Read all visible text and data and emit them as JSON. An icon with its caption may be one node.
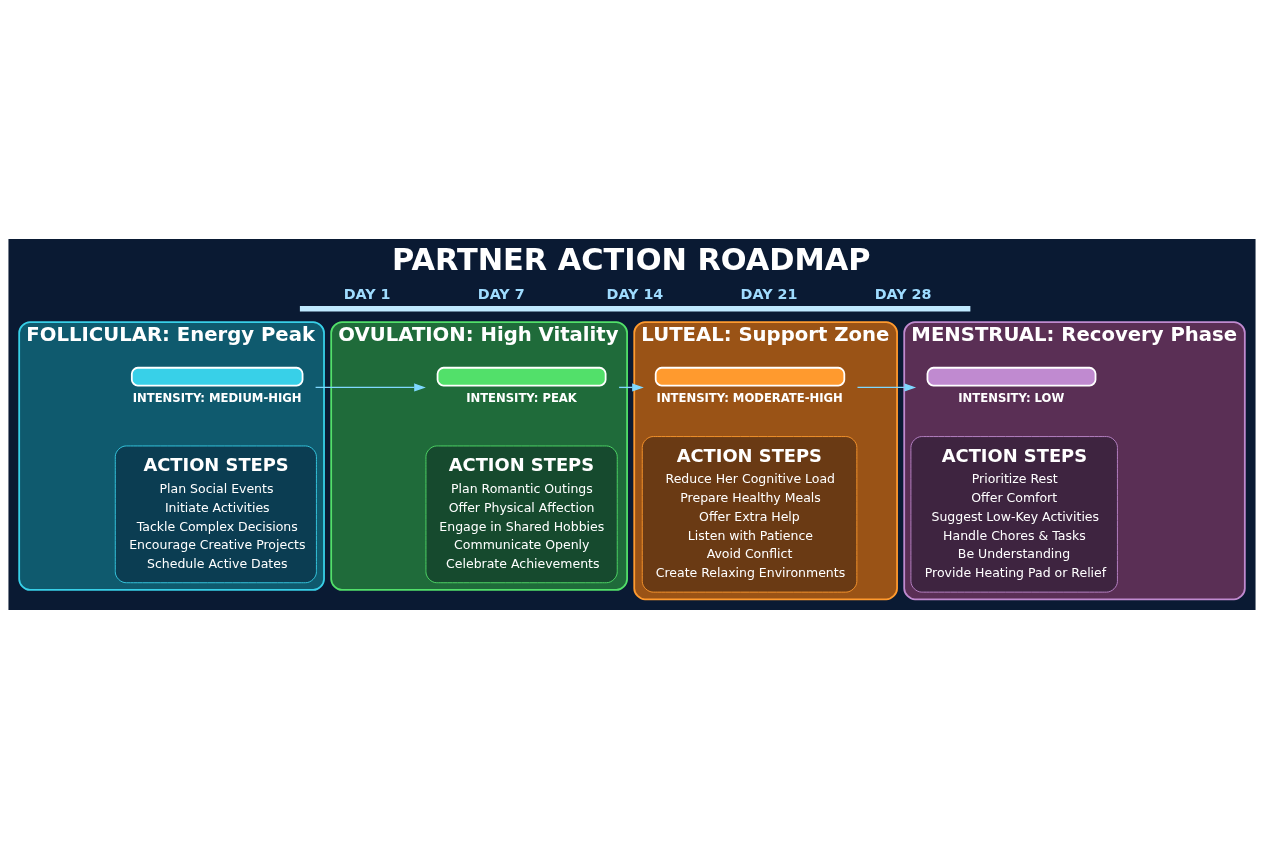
{
  "diagram": {
    "title": "PARTNER ACTION ROADMAP",
    "nodes": [
      {
        "text": [
          "FOLLICULAR: Energy Peak"
        ]
      },
      {
        "text": [],
        "shape": "bar",
        "in": 0,
        "beside": [
          "INTENSITY: MEDIUM-HIGH"
        ]
      },
      {
        "text": [
          "ACTION STEPS",
          "Plan Social Events",
          "Initiate Activities",
          "Tackle Complex Decisions",
          "Encourage Creative Projects",
          "Schedule Active Dates"
        ],
        "in": 0
      },
      {
        "text": [
          "OVULATION: High Vitality"
        ]
      },
      {
        "text": [],
        "shape": "bar",
        "in": 3,
        "beside": [
          "INTENSITY: PEAK"
        ]
      },
      {
        "text": [
          "ACTION STEPS",
          "Plan Romantic Outings",
          "Offer Physical Affection",
          "Engage in Shared Hobbies",
          "Communicate Openly",
          "Celebrate Achievements"
        ],
        "in": 3
      },
      {
        "text": [
          "LUTEAL: Support Zone"
        ]
      },
      {
        "text": [],
        "shape": "bar",
        "in": 6,
        "beside": [
          "INTENSITY: MODERATE-HIGH"
        ]
      },
      {
        "text": [
          "ACTION STEPS",
          "Reduce Her Cognitive Load",
          "Prepare Healthy Meals",
          "Offer Extra Help",
          "Listen with Patience",
          "Avoid Conflict",
          "Create Relaxing Environments"
        ],
        "in": 6
      },
      {
        "text": [
          "MENSTRUAL: Recovery Phase"
        ]
      },
      {
        "text": [],
        "shape": "bar",
        "in": 9,
        "beside": [
          "INTENSITY: LOW"
        ]
      },
      {
        "text": [
          "ACTION STEPS",
          "Prioritize Rest",
          "Offer Comfort",
          "Suggest Low-Key Activities",
          "Handle Chores & Tasks",
          "Be Understanding",
          "Provide Heating Pad or Relief"
        ],
        "in": 9
      }
    ],
    "edges": [
      {
        "from": 1,
        "to": 4,
        "arrow": "to"
      },
      {
        "from": 4,
        "to": 7,
        "arrow": "to"
      },
      {
        "from": 7,
        "to": 10,
        "arrow": "to"
      }
    ],
    "labels": [
      "DAY 1",
      "DAY 7",
      "DAY 14",
      "DAY 21",
      "DAY 28"
    ]
  }
}
